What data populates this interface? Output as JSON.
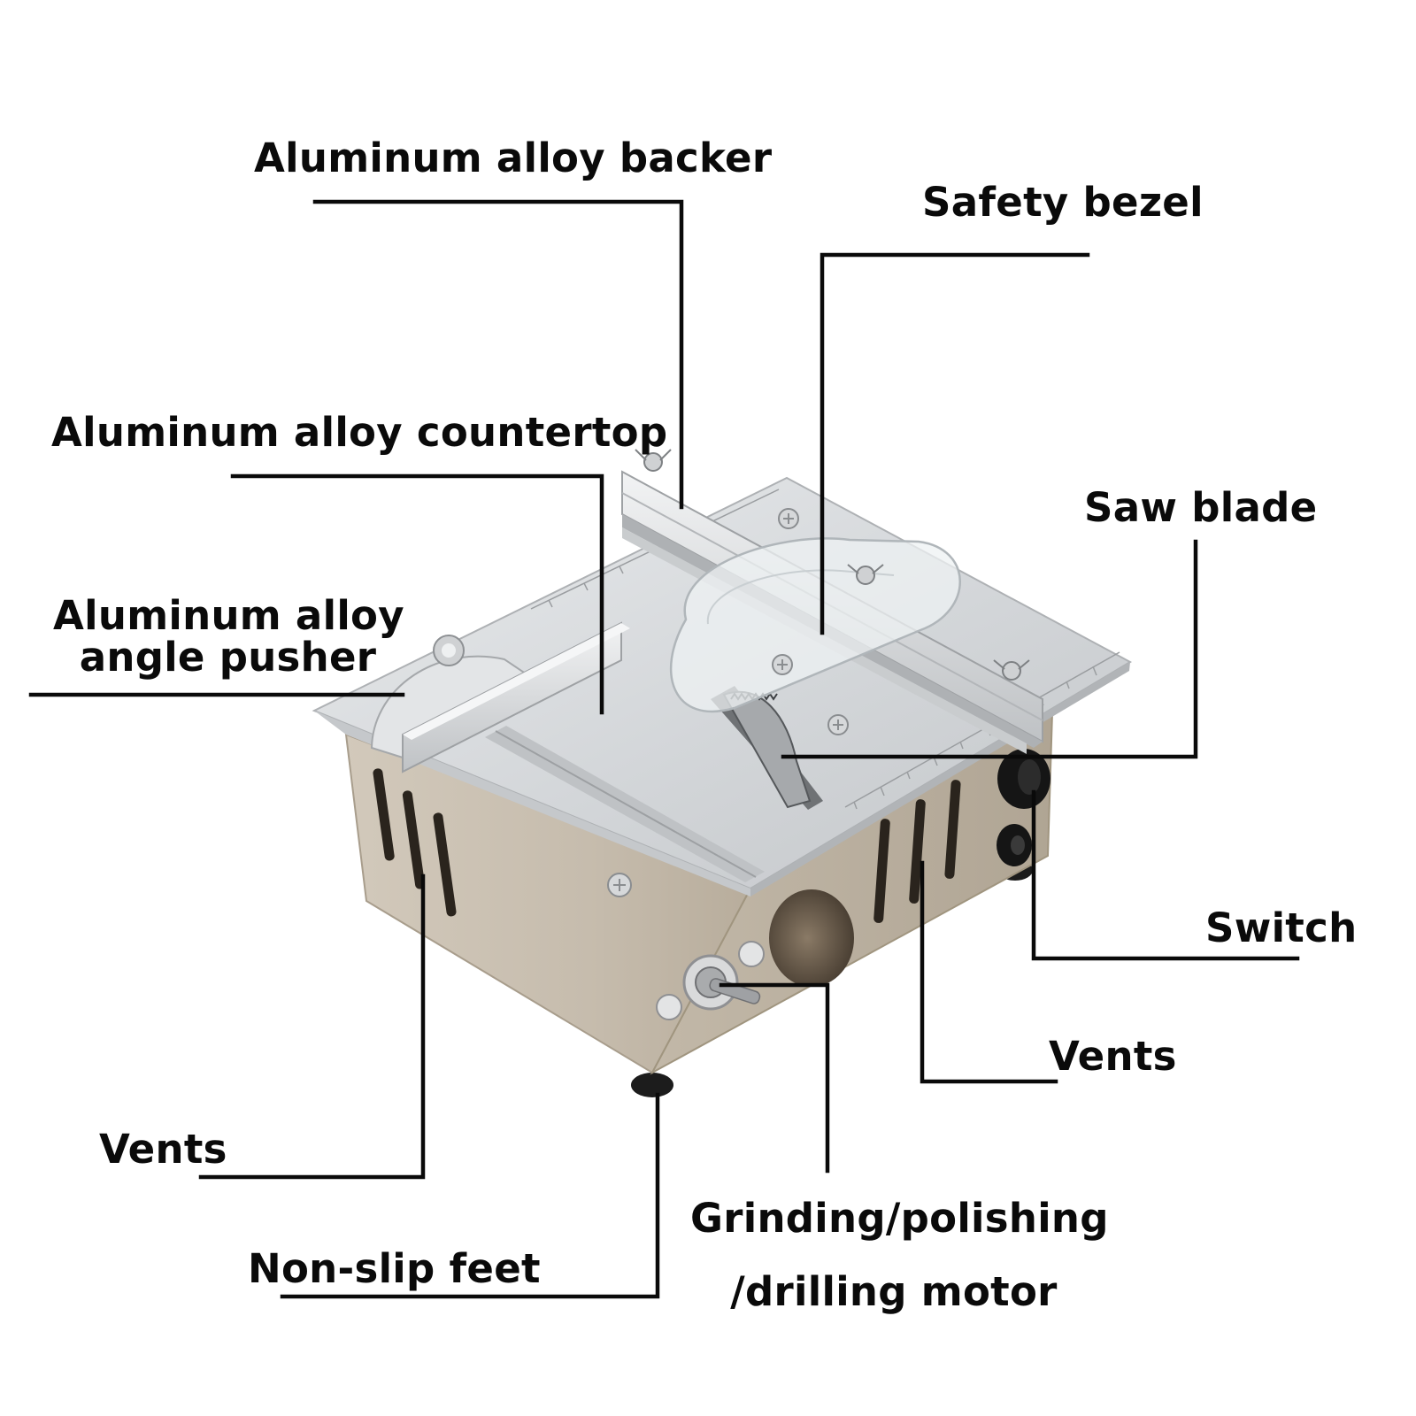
{
  "labels": {
    "backer": "Aluminum alloy backer",
    "safety_bezel": "Safety bezel",
    "countertop": "Aluminum alloy countertop",
    "saw_blade": "Saw blade",
    "angle_pusher_line1": "Aluminum alloy",
    "angle_pusher_line2": "angle pusher",
    "switch": "Switch",
    "vents_right": "Vents",
    "vents_left": "Vents",
    "motor_line1": "Grinding/polishing",
    "motor_line2": "/drilling motor",
    "feet": "Non-slip feet"
  },
  "colors": {
    "text": "#0a0a0a",
    "aluminum_top": "#d8dadc",
    "aluminum_edge": "#b9bcbf",
    "housing": "#c9bfb0",
    "housing_shade": "#b3a998",
    "feet": "#1c1c1c",
    "acrylic": "#f3f6f7"
  }
}
